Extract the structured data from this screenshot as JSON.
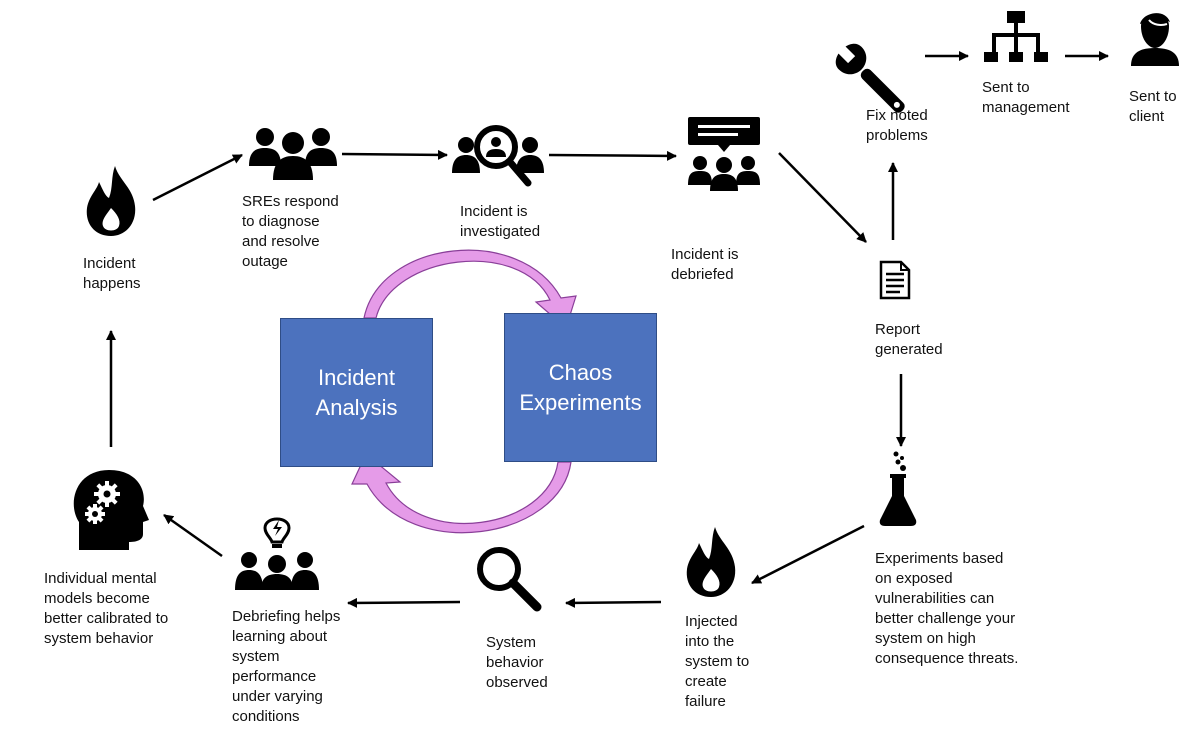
{
  "nodes": {
    "incident_happens": "Incident\nhappens",
    "sres_respond": "SREs respond\nto diagnose\nand resolve\noutage",
    "incident_investigated": "Incident is\ninvestigated",
    "incident_debriefed": "Incident is\ndebriefed",
    "fix_noted": "Fix noted\nproblems",
    "sent_to_management": "Sent to\nmanagement",
    "sent_to_client": "Sent to\nclient",
    "report_generated": "Report\ngenerated",
    "experiments_based": "Experiments based\non exposed\nvulnerabilities can\nbetter challenge your\nsystem on high\nconsequence threats.",
    "injected": "Injected\ninto the\nsystem to\ncreate\nfailure",
    "system_observed": "System\nbehavior\nobserved",
    "debriefing_helps": "Debriefing helps\nlearning about\nsystem\nperformance\nunder varying\nconditions",
    "mental_models": "Individual mental\nmodels become\nbetter calibrated to\nsystem behavior"
  },
  "center": {
    "incident_analysis": "Incident\nAnalysis",
    "chaos_experiments": "Chaos\nExperiments"
  },
  "colors": {
    "box_fill": "#4c72be",
    "cycle_arrow": "#e59be8",
    "icon": "#000000"
  },
  "icons": {
    "incident_happens": "flame-icon",
    "sres_respond": "people-group-icon",
    "incident_investigated": "people-search-icon",
    "incident_debriefed": "meeting-icon",
    "fix_noted": "wrench-icon",
    "sent_to_management": "org-chart-icon",
    "sent_to_client": "person-icon",
    "report_generated": "document-icon",
    "experiments_based": "flask-icon",
    "injected": "flame-icon",
    "system_observed": "magnifier-icon",
    "debriefing_helps": "idea-people-icon",
    "mental_models": "head-gears-icon"
  }
}
